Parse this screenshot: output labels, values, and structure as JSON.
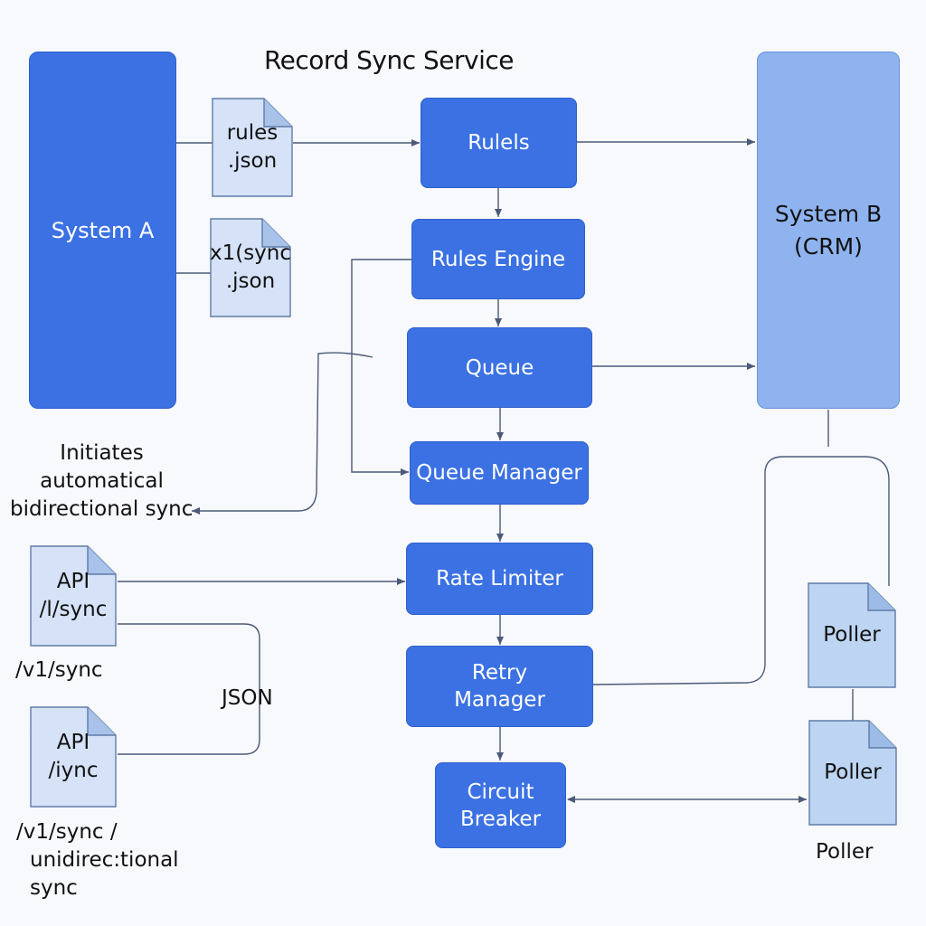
{
  "title": "Record Sync Service",
  "system_a": {
    "label": "System A"
  },
  "system_b": {
    "line1": "System B",
    "line2": "(CRM)"
  },
  "docs": {
    "rules_json": {
      "line1": "rules",
      "line2": ".json"
    },
    "x1_sync": {
      "line1": "x1(sync",
      "line2": ".json"
    },
    "api1": {
      "line1": "API",
      "line2": "/l/sync"
    },
    "api2": {
      "line1": "API",
      "line2": "/iync"
    },
    "poller1": {
      "label": "Poller"
    },
    "poller2": {
      "label": "Poller"
    }
  },
  "nodes": {
    "rulels": "Rulels",
    "rules_engine": "Rules Engine",
    "queue": "Queue",
    "queue_manager": "Queue Manager",
    "rate_limiter": "Rate Limiter",
    "retry_manager": {
      "line1": "Retry",
      "line2": "Manager"
    },
    "circuit_breaker": {
      "line1": "Circuit",
      "line2": "Breaker"
    }
  },
  "notes": {
    "initiates": {
      "line1": "Initiates",
      "line2": "automatical",
      "line3": "bidirectional sync"
    },
    "v1_sync": "/v1/sync",
    "json_label": "JSON",
    "unidirectional": {
      "line1": "/v1/sync /",
      "line2": "unidirec:tional",
      "line3": "sync"
    },
    "poller_caption": "Poller"
  },
  "colors": {
    "node_fill": "#3b71e3",
    "system_b_fill": "#8fb3ef",
    "doc_fill": "#d5e2f8",
    "poller_fill": "#bdd5f3",
    "line": "#4a5a78"
  }
}
